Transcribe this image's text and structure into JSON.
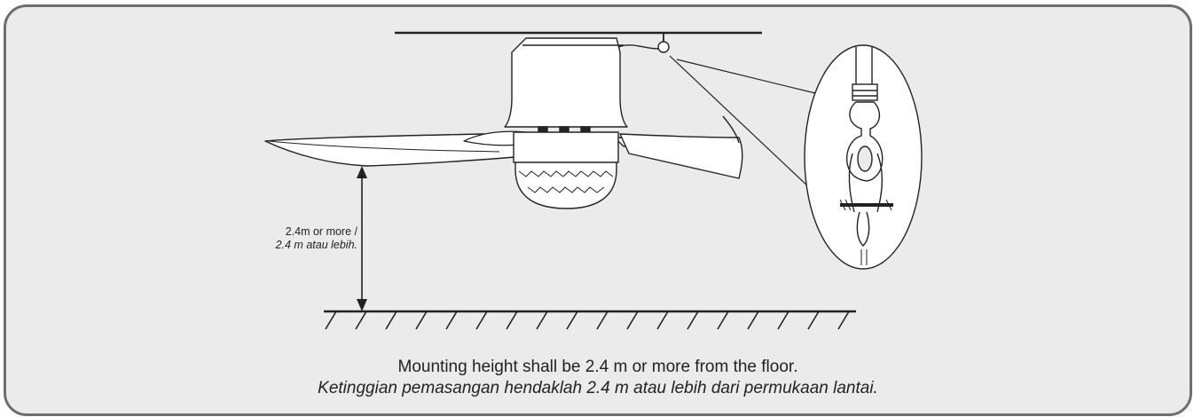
{
  "diagram": {
    "height_label_en": "2.4m or more /",
    "height_label_ms": "2.4 m atau lebih.",
    "caption_en": "Mounting height shall be 2.4 m or more from the floor.",
    "caption_ms": "Ketinggian pemasangan hendaklah 2.4 m atau lebih dari permukaan lantai."
  },
  "colors": {
    "panel_bg": "#ebebeb",
    "border": "#6e6e6e",
    "line": "#222222",
    "fan_fill": "#ffffff"
  },
  "icons": [
    "ceiling-fan-icon",
    "hook-detail-icon",
    "height-arrow-icon",
    "floor-hatch-icon"
  ]
}
